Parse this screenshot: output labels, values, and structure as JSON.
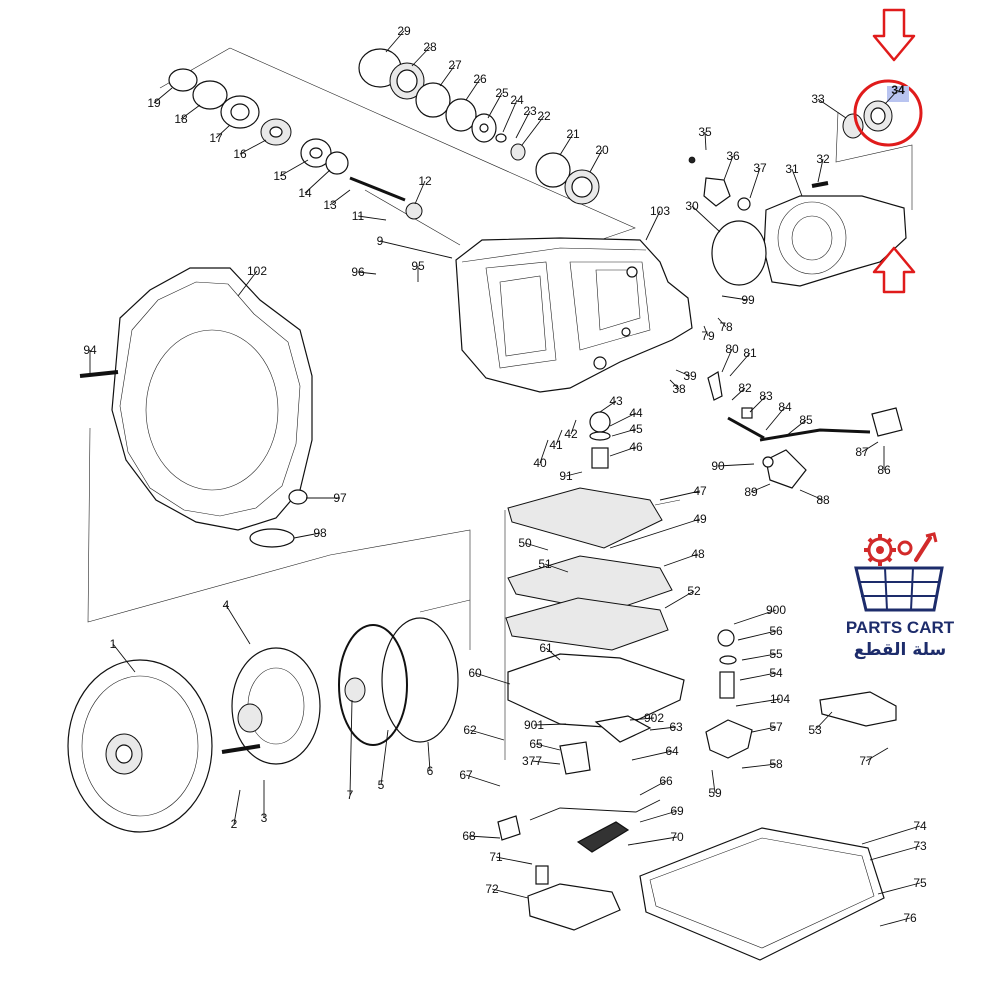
{
  "diagram": {
    "highlight": {
      "part": "34",
      "color": "#e01b1b",
      "label_bg": "#b9c4f0"
    },
    "labels": [
      "1",
      "2",
      "3",
      "4",
      "5",
      "6",
      "7",
      "9",
      "11",
      "12",
      "13",
      "14",
      "15",
      "16",
      "17",
      "18",
      "19",
      "20",
      "21",
      "22",
      "23",
      "24",
      "25",
      "26",
      "27",
      "28",
      "29",
      "30",
      "31",
      "32",
      "33",
      "34",
      "35",
      "36",
      "37",
      "38",
      "39",
      "40",
      "41",
      "42",
      "43",
      "44",
      "45",
      "46",
      "47",
      "48",
      "49",
      "50",
      "51",
      "52",
      "53",
      "54",
      "55",
      "56",
      "57",
      "58",
      "59",
      "60",
      "61",
      "62",
      "63",
      "64",
      "65",
      "66",
      "67",
      "68",
      "69",
      "70",
      "71",
      "72",
      "73",
      "74",
      "75",
      "76",
      "77",
      "78",
      "79",
      "80",
      "81",
      "82",
      "83",
      "84",
      "85",
      "86",
      "87",
      "88",
      "89",
      "90",
      "91",
      "94",
      "95",
      "96",
      "97",
      "98",
      "99",
      "102",
      "103",
      "104",
      "377",
      "900",
      "901",
      "902"
    ]
  },
  "brand": {
    "name_en": "PARTS CART",
    "name_ar": "سلة القطع",
    "color_primary": "#1d2c6b",
    "color_accent": "#d22a2a"
  }
}
